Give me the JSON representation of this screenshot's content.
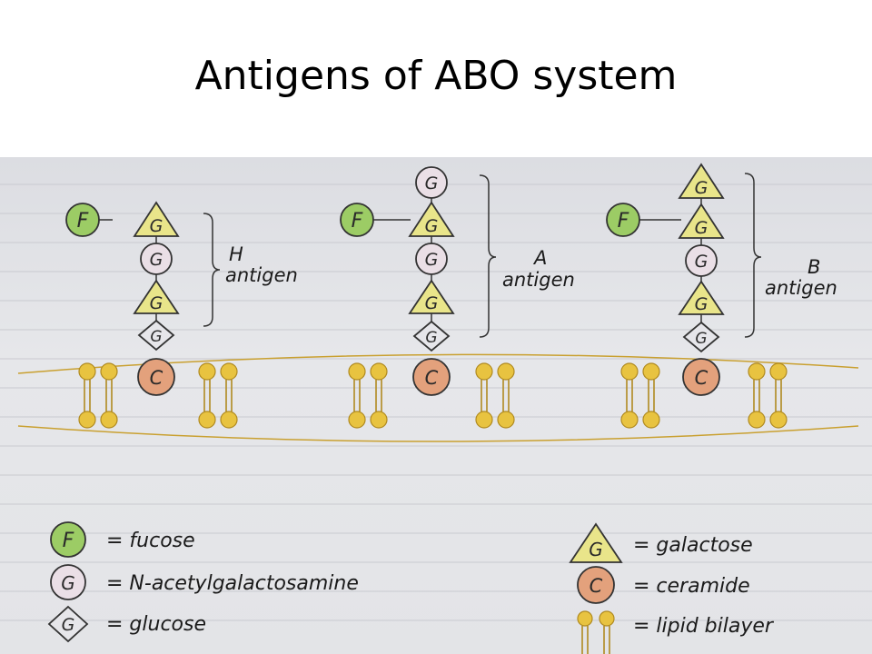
{
  "slide": {
    "title": "Antigens of ABO system"
  },
  "figure": {
    "symbols": {
      "fucose": "F",
      "galnac": "G",
      "glucose": "G",
      "galactose": "G",
      "ceramide": "C"
    },
    "antigens": [
      {
        "name": "H",
        "word": "antigen"
      },
      {
        "name": "A",
        "word": "antigen"
      },
      {
        "name": "B",
        "word": "antigen"
      }
    ],
    "legend": [
      {
        "symbol": "F",
        "text": "= fucose"
      },
      {
        "symbol": "G",
        "text": "= N-acetylgalactosamine"
      },
      {
        "symbol": "G",
        "text": "= glucose"
      },
      {
        "symbol": "G",
        "text": "= galactose"
      },
      {
        "symbol": "C",
        "text": "= ceramide"
      },
      {
        "symbol": "",
        "text": "= lipid bilayer"
      }
    ],
    "colors": {
      "fucose": "#9ccc65",
      "galnac": "#eadfe6",
      "glucose": "#e6e6ea",
      "galactose": "#e9e58a",
      "ceramide": "#e3a17c",
      "lipid": "#e8c340"
    }
  }
}
